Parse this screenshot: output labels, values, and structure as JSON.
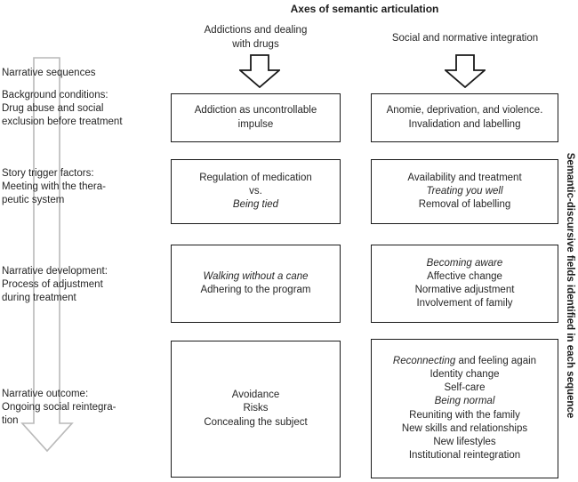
{
  "title": "Axes of semantic articulation",
  "side_label": "Semantic-discursive fields identified in each sequence",
  "colors": {
    "box_border": "#1a1a1a",
    "text": "#262626",
    "long_arrow_outline": "#b9b9b9",
    "block_arrow_outline": "#1a1a1a"
  },
  "icons": {
    "column_arrow": "down-block-arrow",
    "sequence_arrow": "long-down-arrow"
  },
  "column_headers": [
    {
      "name": "addictions",
      "lines": [
        [
          {
            "t": "Addictions and dealing",
            "i": false
          }
        ],
        [
          {
            "t": "with drugs",
            "i": false
          }
        ]
      ]
    },
    {
      "name": "social",
      "lines": [
        [
          {
            "t": "Social and normative integration",
            "i": false
          }
        ]
      ]
    }
  ],
  "row_labels": [
    {
      "lines": [
        [
          {
            "t": "Narrative sequences",
            "i": false
          }
        ]
      ]
    },
    {
      "lines": [
        [
          {
            "t": "Background conditions:",
            "i": false
          }
        ],
        [
          {
            "t": "Drug abuse and social",
            "i": false
          }
        ],
        [
          {
            "t": "exclusion before treatment",
            "i": false
          }
        ]
      ]
    },
    {
      "lines": [
        [
          {
            "t": "Story trigger factors:",
            "i": false
          }
        ],
        [
          {
            "t": "Meeting with the thera-",
            "i": false
          }
        ],
        [
          {
            "t": "peutic system",
            "i": false
          }
        ]
      ]
    },
    {
      "lines": [
        [
          {
            "t": "Narrative development:",
            "i": false
          }
        ],
        [
          {
            "t": "Process of adjustment",
            "i": false
          }
        ],
        [
          {
            "t": "during treatment",
            "i": false
          }
        ]
      ]
    },
    {
      "lines": [
        [
          {
            "t": "Narrative outcome:",
            "i": false
          }
        ],
        [
          {
            "t": "Ongoing social reintegra-",
            "i": false
          }
        ],
        [
          {
            "t": "tion",
            "i": false
          }
        ]
      ]
    }
  ],
  "boxes": [
    {
      "column": "addictions",
      "row": "background",
      "lines": [
        [
          {
            "t": "Addiction as uncontrollable",
            "i": false
          }
        ],
        [
          {
            "t": "impulse",
            "i": false
          }
        ]
      ]
    },
    {
      "column": "addictions",
      "row": "trigger",
      "lines": [
        [
          {
            "t": "Regulation of medication",
            "i": false
          }
        ],
        [
          {
            "t": "vs.",
            "i": false
          }
        ],
        [
          {
            "t": "Being tied",
            "i": true
          }
        ]
      ]
    },
    {
      "column": "addictions",
      "row": "development",
      "lines": [
        [
          {
            "t": "Walking without a cane",
            "i": true
          }
        ],
        [
          {
            "t": "Adhering to the program",
            "i": false
          }
        ]
      ]
    },
    {
      "column": "addictions",
      "row": "outcome",
      "lines": [
        [
          {
            "t": "Avoidance",
            "i": false
          }
        ],
        [
          {
            "t": "Risks",
            "i": false
          }
        ],
        [
          {
            "t": "Concealing the subject",
            "i": false
          }
        ]
      ]
    },
    {
      "column": "social",
      "row": "background",
      "lines": [
        [
          {
            "t": "Anomie, deprivation, and violence.",
            "i": false
          }
        ],
        [
          {
            "t": "Invalidation and labelling",
            "i": false
          }
        ]
      ]
    },
    {
      "column": "social",
      "row": "trigger",
      "lines": [
        [
          {
            "t": "Availability and treatment",
            "i": false
          }
        ],
        [
          {
            "t": "Treating you well",
            "i": true
          }
        ],
        [
          {
            "t": "Removal of labelling",
            "i": false
          }
        ]
      ]
    },
    {
      "column": "social",
      "row": "development",
      "lines": [
        [
          {
            "t": "Becoming aware",
            "i": true
          }
        ],
        [
          {
            "t": "Affective change",
            "i": false
          }
        ],
        [
          {
            "t": "Normative adjustment",
            "i": false
          }
        ],
        [
          {
            "t": "Involvement of family",
            "i": false
          }
        ]
      ]
    },
    {
      "column": "social",
      "row": "outcome",
      "lines": [
        [
          {
            "t": "Reconnecting",
            "i": true
          },
          {
            "t": " and feeling again",
            "i": false
          }
        ],
        [
          {
            "t": "Identity change",
            "i": false
          }
        ],
        [
          {
            "t": "Self-care",
            "i": false
          }
        ],
        [
          {
            "t": "Being normal",
            "i": true
          }
        ],
        [
          {
            "t": "Reuniting with the family",
            "i": false
          }
        ],
        [
          {
            "t": "New skills and relationships",
            "i": false
          }
        ],
        [
          {
            "t": "New lifestyles",
            "i": false
          }
        ],
        [
          {
            "t": "Institutional reintegration",
            "i": false
          }
        ]
      ]
    }
  ]
}
